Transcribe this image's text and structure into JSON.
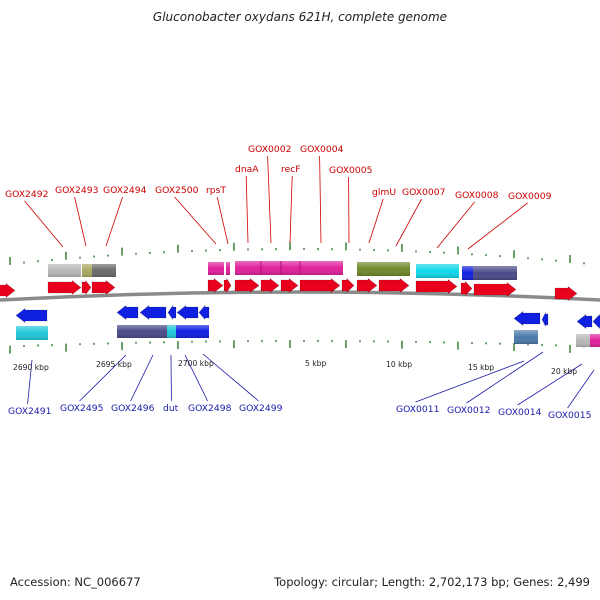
{
  "title": "Gluconobacter oxydans 621H, complete genome",
  "footer": {
    "accession": "Accession: NC_006677",
    "summary": "Topology: circular; Length: 2,702,173 bp; Genes: 2,499"
  },
  "colors": {
    "forward_gene": "#e8001c",
    "reverse_gene": "#1020e0",
    "label_forward": "#cc0000",
    "label_reverse": "#1a1aaa",
    "backbone": "#8a8a8a",
    "tick": "#2a7a2a",
    "cog_magenta": "#e0209a",
    "cog_olive": "#6e8a2a",
    "cog_cyan": "#10d8e8",
    "cog_slate": "#4a4a8a",
    "cog_grey": "#b8b8b8",
    "cog_khaki": "#a8a860",
    "cog_darkgrey": "#6a6a6a",
    "cog_steel": "#4a7aaa",
    "cog_teal": "#20c8d8"
  },
  "scale_labels": [
    "2690 kbp",
    "2695 kbp",
    "2700 kbp",
    "5 kbp",
    "10 kbp",
    "15 kbp",
    "20 kbp"
  ],
  "top_labels": [
    "GOX2492",
    "GOX2493",
    "GOX2494",
    "GOX2500",
    "rpsT",
    "dnaA",
    "GOX0002",
    "recF",
    "GOX0004",
    "GOX0005",
    "glmU",
    "GOX0007",
    "GOX0008",
    "GOX0009"
  ],
  "bottom_labels": [
    "GOX2491",
    "GOX2495",
    "GOX2496",
    "dut",
    "GOX2498",
    "GOX2499",
    "GOX0011",
    "GOX0012",
    "GOX0014",
    "GOX0015"
  ]
}
